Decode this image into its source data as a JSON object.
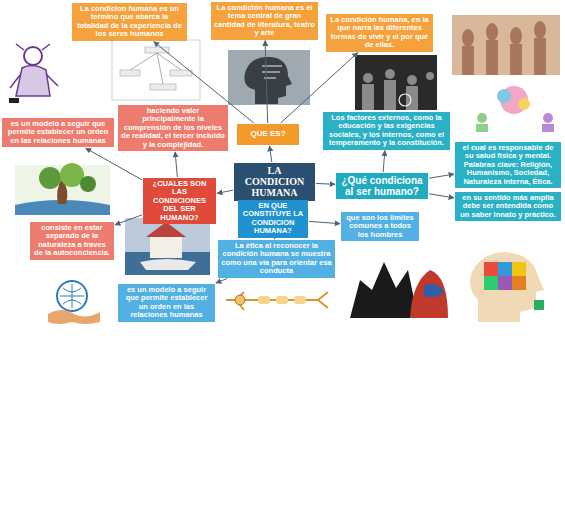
{
  "diagram": {
    "nodes": [
      {
        "text": [
          "La condicion humana es un termino que abarca la totalidad de la experiencia de los seres humanos"
        ]
      },
      {
        "text": [
          "La condición humana es el tema central de gran cantidad de literatura, teatro y arte"
        ]
      },
      {
        "text": [
          "La condición humana, en la que narra las diferentes formas de vivir y el por qué de ellas."
        ]
      },
      {
        "text": [
          "haciendo valer principalmente la comprensión de los niveles de realidad, el tercer incluido y la complejidad."
        ]
      },
      {
        "text": [
          "es un modelo a seguir que permite establecer un orden en las relaciones humanas"
        ]
      },
      {
        "text": [
          "QUE ES?"
        ]
      },
      {
        "text": [
          "Los factores externos, como la educación y las exigencias sociales, y los internos, como el temperamento y la constitución."
        ]
      },
      {
        "text": [
          "el cual es responsable de su salud física y mental. Palabras clave: Religión, Humanismo, Sociedad, Naturaleza interna, Ética."
        ]
      },
      {
        "text": [
          "LA CONDICION HUMANA"
        ]
      },
      {
        "text": [
          "¿CUALES SON LAS CONDICIONES DEL SER HUMANO?"
        ]
      },
      {
        "text": [
          "¿Qué condiciona al ser humano?"
        ]
      },
      {
        "text": [
          "EN QUE CONSTITUYE LA CONDICION HUMANA?"
        ]
      },
      {
        "text": [
          "en su sentido más amplia debe ser entendida como un saber innato y práctico."
        ]
      },
      {
        "text": [
          "que son los limites comunes a todos los hombres"
        ]
      },
      {
        "text": [
          "consiste en estar separado de la naturaleza a traves de la autoconciencia."
        ]
      },
      {
        "text": [
          "La ética al reconocer la condición humana se muestra como una vía para orientar esa conducta"
        ]
      },
      {
        "text": [
          "es un modelo a seguir que permite establecer un orden en las relaciones humanas"
        ]
      }
    ],
    "edges": [
      {
        "from": 8,
        "to": 5,
        "arrow": "to"
      },
      {
        "from": 5,
        "to": 0,
        "arrow": "to"
      },
      {
        "from": 5,
        "to": 1,
        "arrow": "to"
      },
      {
        "from": 5,
        "to": 2,
        "arrow": "to"
      },
      {
        "from": 8,
        "to": 9,
        "arrow": "to"
      },
      {
        "from": 9,
        "to": 3,
        "arrow": "to"
      },
      {
        "from": 9,
        "to": 4,
        "arrow": "to"
      },
      {
        "from": 9,
        "to": 14,
        "arrow": "to"
      },
      {
        "from": 8,
        "to": 11,
        "arrow": "to"
      },
      {
        "from": 11,
        "to": 15,
        "arrow": "to"
      },
      {
        "from": 11,
        "to": 13,
        "arrow": "to"
      },
      {
        "from": 15,
        "to": 16,
        "arrow": "to"
      },
      {
        "from": 8,
        "to": 10,
        "arrow": "to"
      },
      {
        "from": 10,
        "to": 6,
        "arrow": "to"
      },
      {
        "from": 10,
        "to": 7,
        "arrow": "to"
      },
      {
        "from": 10,
        "to": 12,
        "arrow": "to"
      }
    ]
  }
}
